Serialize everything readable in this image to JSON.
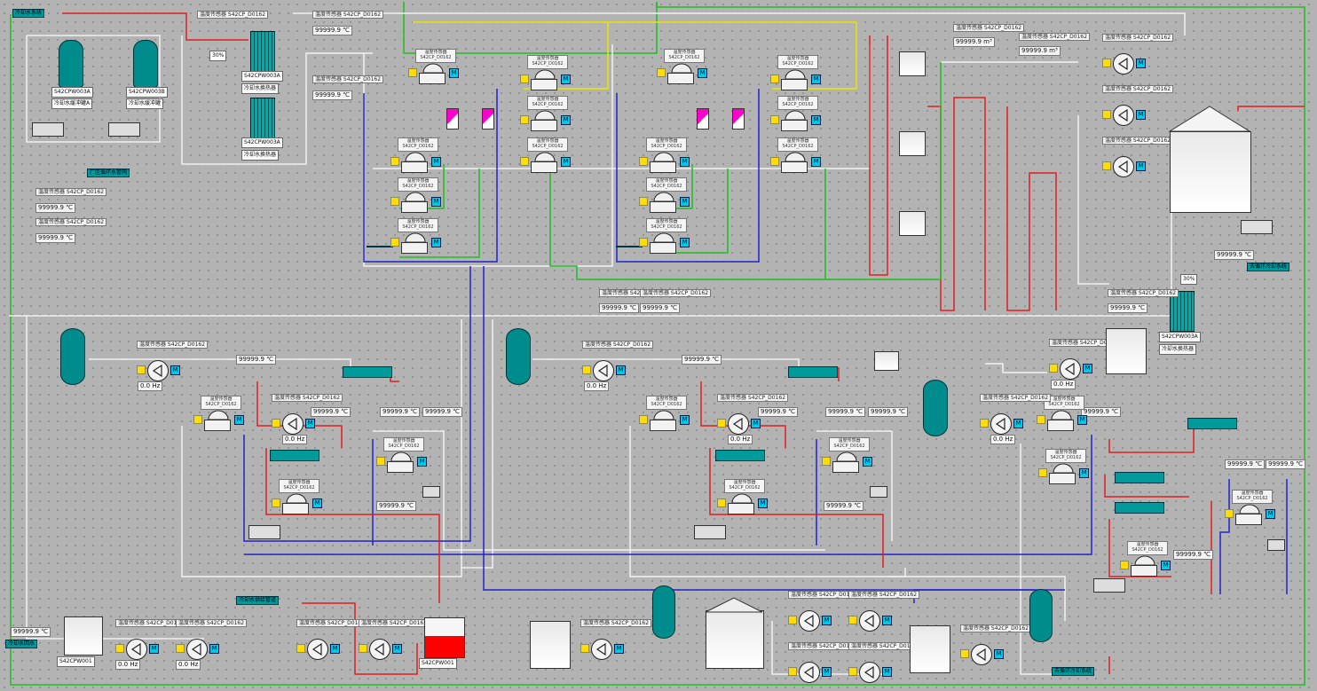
{
  "header": {
    "top_left_label": "冷却水系统",
    "section_label_left": "厂区循环水管网",
    "bottom_left_label": "冷却水回水",
    "bottom_mid_label": "冷却水供给管道",
    "bottom_right_label": "去循环冷却系统",
    "right_label": "去循环冷却系统"
  },
  "equipment": {
    "tank_a": "S42CPW003A",
    "tank_a_name": "冷却水缓冲罐A",
    "tank_b": "S42CPW003B",
    "tank_b_name": "冷却水缓冲罐",
    "hx1": "S42CPW003A",
    "hx1_name": "冷却水换热器",
    "hx2": "S42CPW003A",
    "hx2_name": "冷却水换热器",
    "hx_right": "S42CPW003A",
    "hx_right_name": "冷却水换热器",
    "bottom_tank": "S42CPW001",
    "red_tank": "S42CPW001",
    "percent_1": "30%",
    "percent_2": "30%"
  },
  "tag_text": "温度传感器 S42CP_D0162",
  "temp_value": "99999.9 ℃",
  "flow_value": "99999.9 m³",
  "hz_value": "0.0",
  "hz_unit": "Hz",
  "m_label": "M"
}
